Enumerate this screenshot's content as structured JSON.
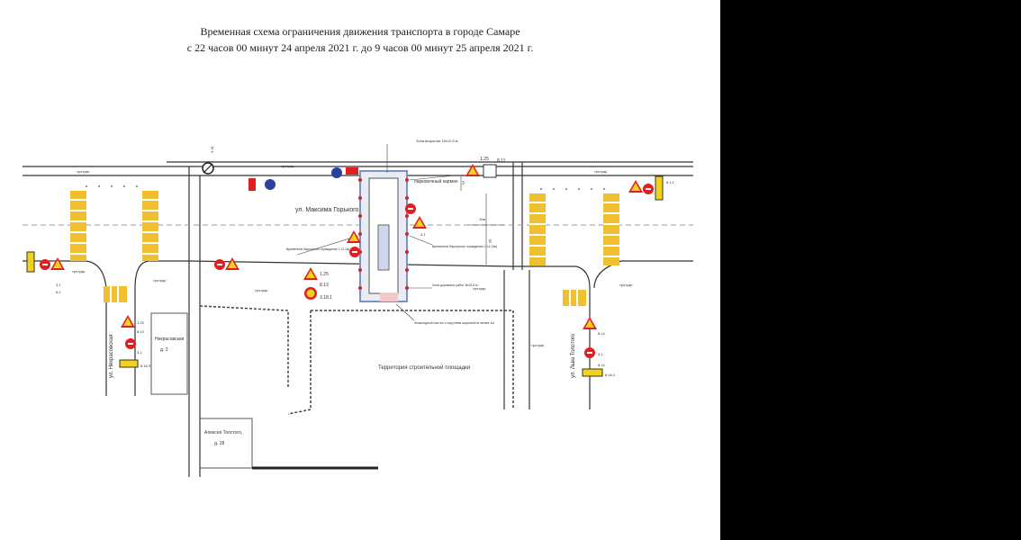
{
  "title_line1": "Временная схема ограничения движения транспорта в городе Самаре",
  "title_line2": "с 22 часов 00 минут 24 апреля 2021 г. до 9 часов 00 минут 25 апреля 2021 г.",
  "labels": {
    "street_main": "ул. Максима Горького",
    "street_left": "ул. Некрасовская",
    "street_right": "ул. Льва Толстого",
    "sidewalk": "тротуар",
    "zone_dig": "Зона вскрытия 15х10,5 м",
    "parking": "парковочный карман",
    "fence_left": "Временное барьерное ограждение 1.11 (м)",
    "fence_right": "Временное барьерное ограждение 1.11 (3м)",
    "work_zone": "Зона дорожных работ 8х16,5 м",
    "path_note": "пешеходный настил с поручнем шириной не менее 1м",
    "construction": "Территория строительной площадки",
    "bldg1_name": "Некрасовская",
    "bldg1_num": "д. 2",
    "bldg2_name": "Алексея Толстого,",
    "bldg2_num": "д. 28",
    "dim1": "10м",
    "dim2": "5",
    "dim3": "3"
  },
  "sign_codes": {
    "s1": "3.31",
    "s2": "1.25",
    "s3": "8.11",
    "s4": "3.1",
    "s5": "8.13",
    "s6": "3.18.1",
    "s7": "8.14",
    "s8": "6.18.2",
    "s9": "8.18.3",
    "s10": "8.2",
    "s11": "8.1.1"
  },
  "colors": {
    "crosswalk": "#f0c030",
    "sign_red": "#e02020",
    "sign_blue": "#2a3f9e",
    "sign_yellow": "#f2d21a",
    "line": "#333333"
  }
}
